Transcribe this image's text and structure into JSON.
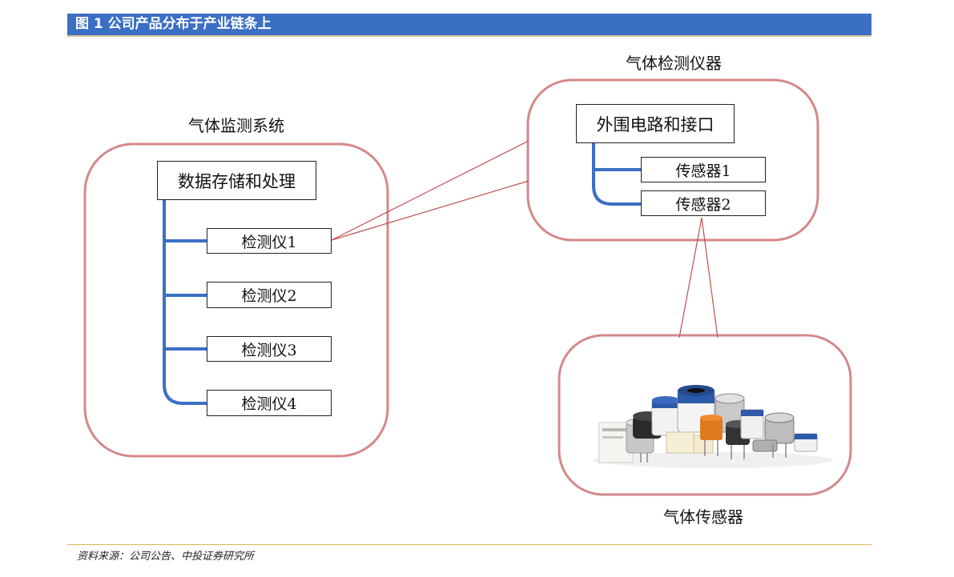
{
  "header": {
    "title": "图 1   公司产品分布于产业链条上"
  },
  "groups": {
    "system": {
      "title": "气体监测系统",
      "root": "数据存储和处理",
      "children": [
        "检测仪1",
        "检测仪2",
        "检测仪3",
        "检测仪4"
      ]
    },
    "instrument": {
      "title": "气体检测仪器",
      "root": "外围电路和接口",
      "children": [
        "传感器1",
        "传感器2"
      ]
    },
    "sensor": {
      "title": "气体传感器",
      "image_icon": "gas-sensor-products-photo"
    }
  },
  "footer": {
    "source": "资料来源：公司公告、中投证券研究所"
  },
  "colors": {
    "header_bg": "#3a6fc4",
    "group_border": "#d4888a",
    "tree_line": "#3a6fc4",
    "connector": "#c0504d"
  }
}
